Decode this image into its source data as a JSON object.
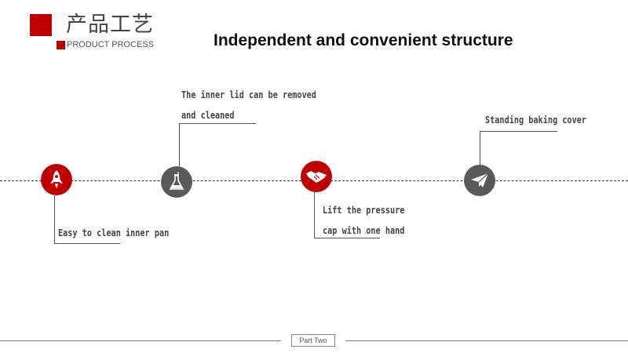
{
  "header": {
    "title": "产品工艺",
    "subtitle": "PRODUCT PROCESS",
    "slide_title": "Independent and convenient structure"
  },
  "timeline": {
    "items": [
      {
        "label_lines": [
          "Easy to clean inner pan"
        ],
        "icon": "rocket-icon",
        "color": "#c00000"
      },
      {
        "label_lines": [
          "The inner lid can be removed",
          "and cleaned"
        ],
        "icon": "flask-icon",
        "color": "#595959"
      },
      {
        "label_lines": [
          "Lift the pressure",
          "cap with one hand"
        ],
        "icon": "handshake-icon",
        "color": "#c00000"
      },
      {
        "label_lines": [
          "Standing  baking cover"
        ],
        "icon": "paper-plane-icon",
        "color": "#595959"
      }
    ]
  },
  "footer": {
    "tag": "Part Two"
  },
  "colors": {
    "accent": "#c00000",
    "neutral": "#595959"
  }
}
